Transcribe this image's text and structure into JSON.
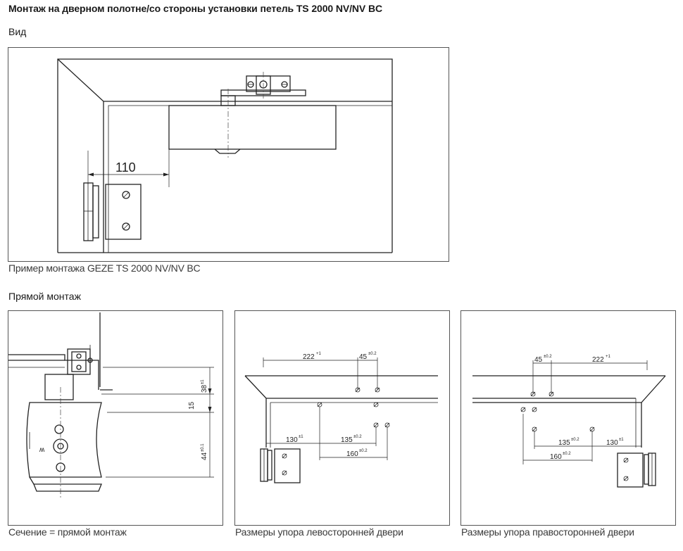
{
  "title": "Монтаж на дверном полотне/со стороны установки петель TS 2000 NV/NV BC",
  "view_section": {
    "heading": "Вид",
    "dimension": "110",
    "caption": "Пример монтажа GEZE TS 2000 NV/NV BC"
  },
  "direct_section": {
    "heading": "Прямой монтаж",
    "panels": [
      {
        "caption": "Сечение = прямой монтаж",
        "dims": {
          "d38": "38",
          "d38_tol": "±1",
          "d15": "15",
          "d44": "44",
          "d44_tol": "±0.1"
        }
      },
      {
        "caption": "Размеры упора левосторонней двери",
        "dims": {
          "d222": "222",
          "d222_tol": "+1",
          "d45": "45",
          "d45_tol": "±0.2",
          "d130": "130",
          "d130_tol": "±1",
          "d135": "135",
          "d135_tol": "±0.2",
          "d160": "160",
          "d160_tol": "±0.2"
        }
      },
      {
        "caption": "Размеры упора правосторонней двери",
        "dims": {
          "d222": "222",
          "d222_tol": "+1",
          "d45": "45",
          "d45_tol": "±0.2",
          "d130": "130",
          "d130_tol": "±1",
          "d135": "135",
          "d135_tol": "±0.2",
          "d160": "160",
          "d160_tol": "±0.2"
        }
      }
    ]
  }
}
